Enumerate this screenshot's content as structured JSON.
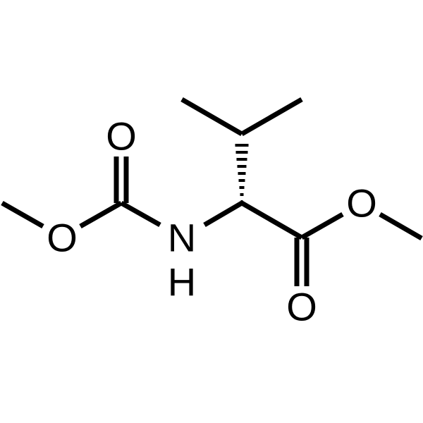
{
  "colors": {
    "background": "#ffffff",
    "ink": "#000000"
  },
  "atoms": {
    "carbonyl_o_top": "O",
    "ester_o_left": "O",
    "amine_n": "N",
    "amine_h": "H",
    "ester_o_right": "O",
    "carbonyl_o_bottom": "O"
  }
}
